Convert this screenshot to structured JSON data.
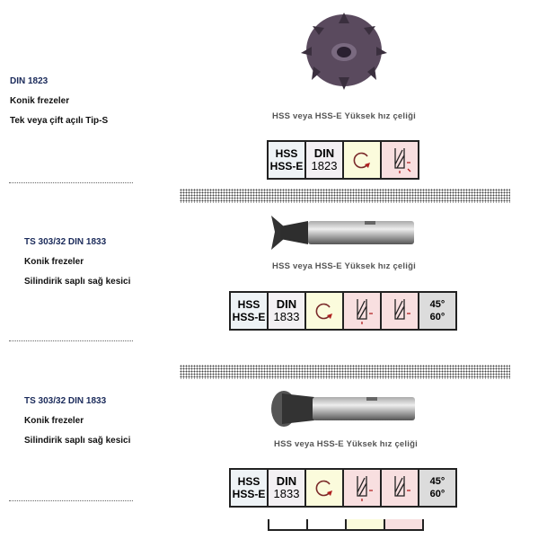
{
  "sections": [
    {
      "code": "DIN 1823",
      "type": "Konik frezeler",
      "desc": "Tek veya çift açılı Tip-S",
      "caption": "HSS veya HSS-E Yüksek hız çeliği",
      "table": {
        "material": [
          "HSS",
          "HSS-E"
        ],
        "din": [
          "DIN",
          "1823"
        ]
      }
    },
    {
      "code": "TS 303/32 DIN 1833",
      "type": "Konik frezeler",
      "desc": "Silindirik saplı sağ kesici",
      "caption": "HSS veya HSS-E Yüksek hız çeliği",
      "table": {
        "material": [
          "HSS",
          "HSS-E"
        ],
        "din": [
          "DIN",
          "1833"
        ],
        "angles": [
          "45°",
          "60°"
        ]
      }
    },
    {
      "code": "TS 303/32 DIN 1833",
      "type": "Konik frezeler",
      "desc": "Silindirik saplı sağ kesici",
      "caption": "HSS veya HSS-E Yüksek hız çeliği",
      "table": {
        "material": [
          "HSS",
          "HSS-E"
        ],
        "din": [
          "DIN",
          "1833"
        ],
        "angles": [
          "45°",
          "60°"
        ]
      }
    }
  ]
}
